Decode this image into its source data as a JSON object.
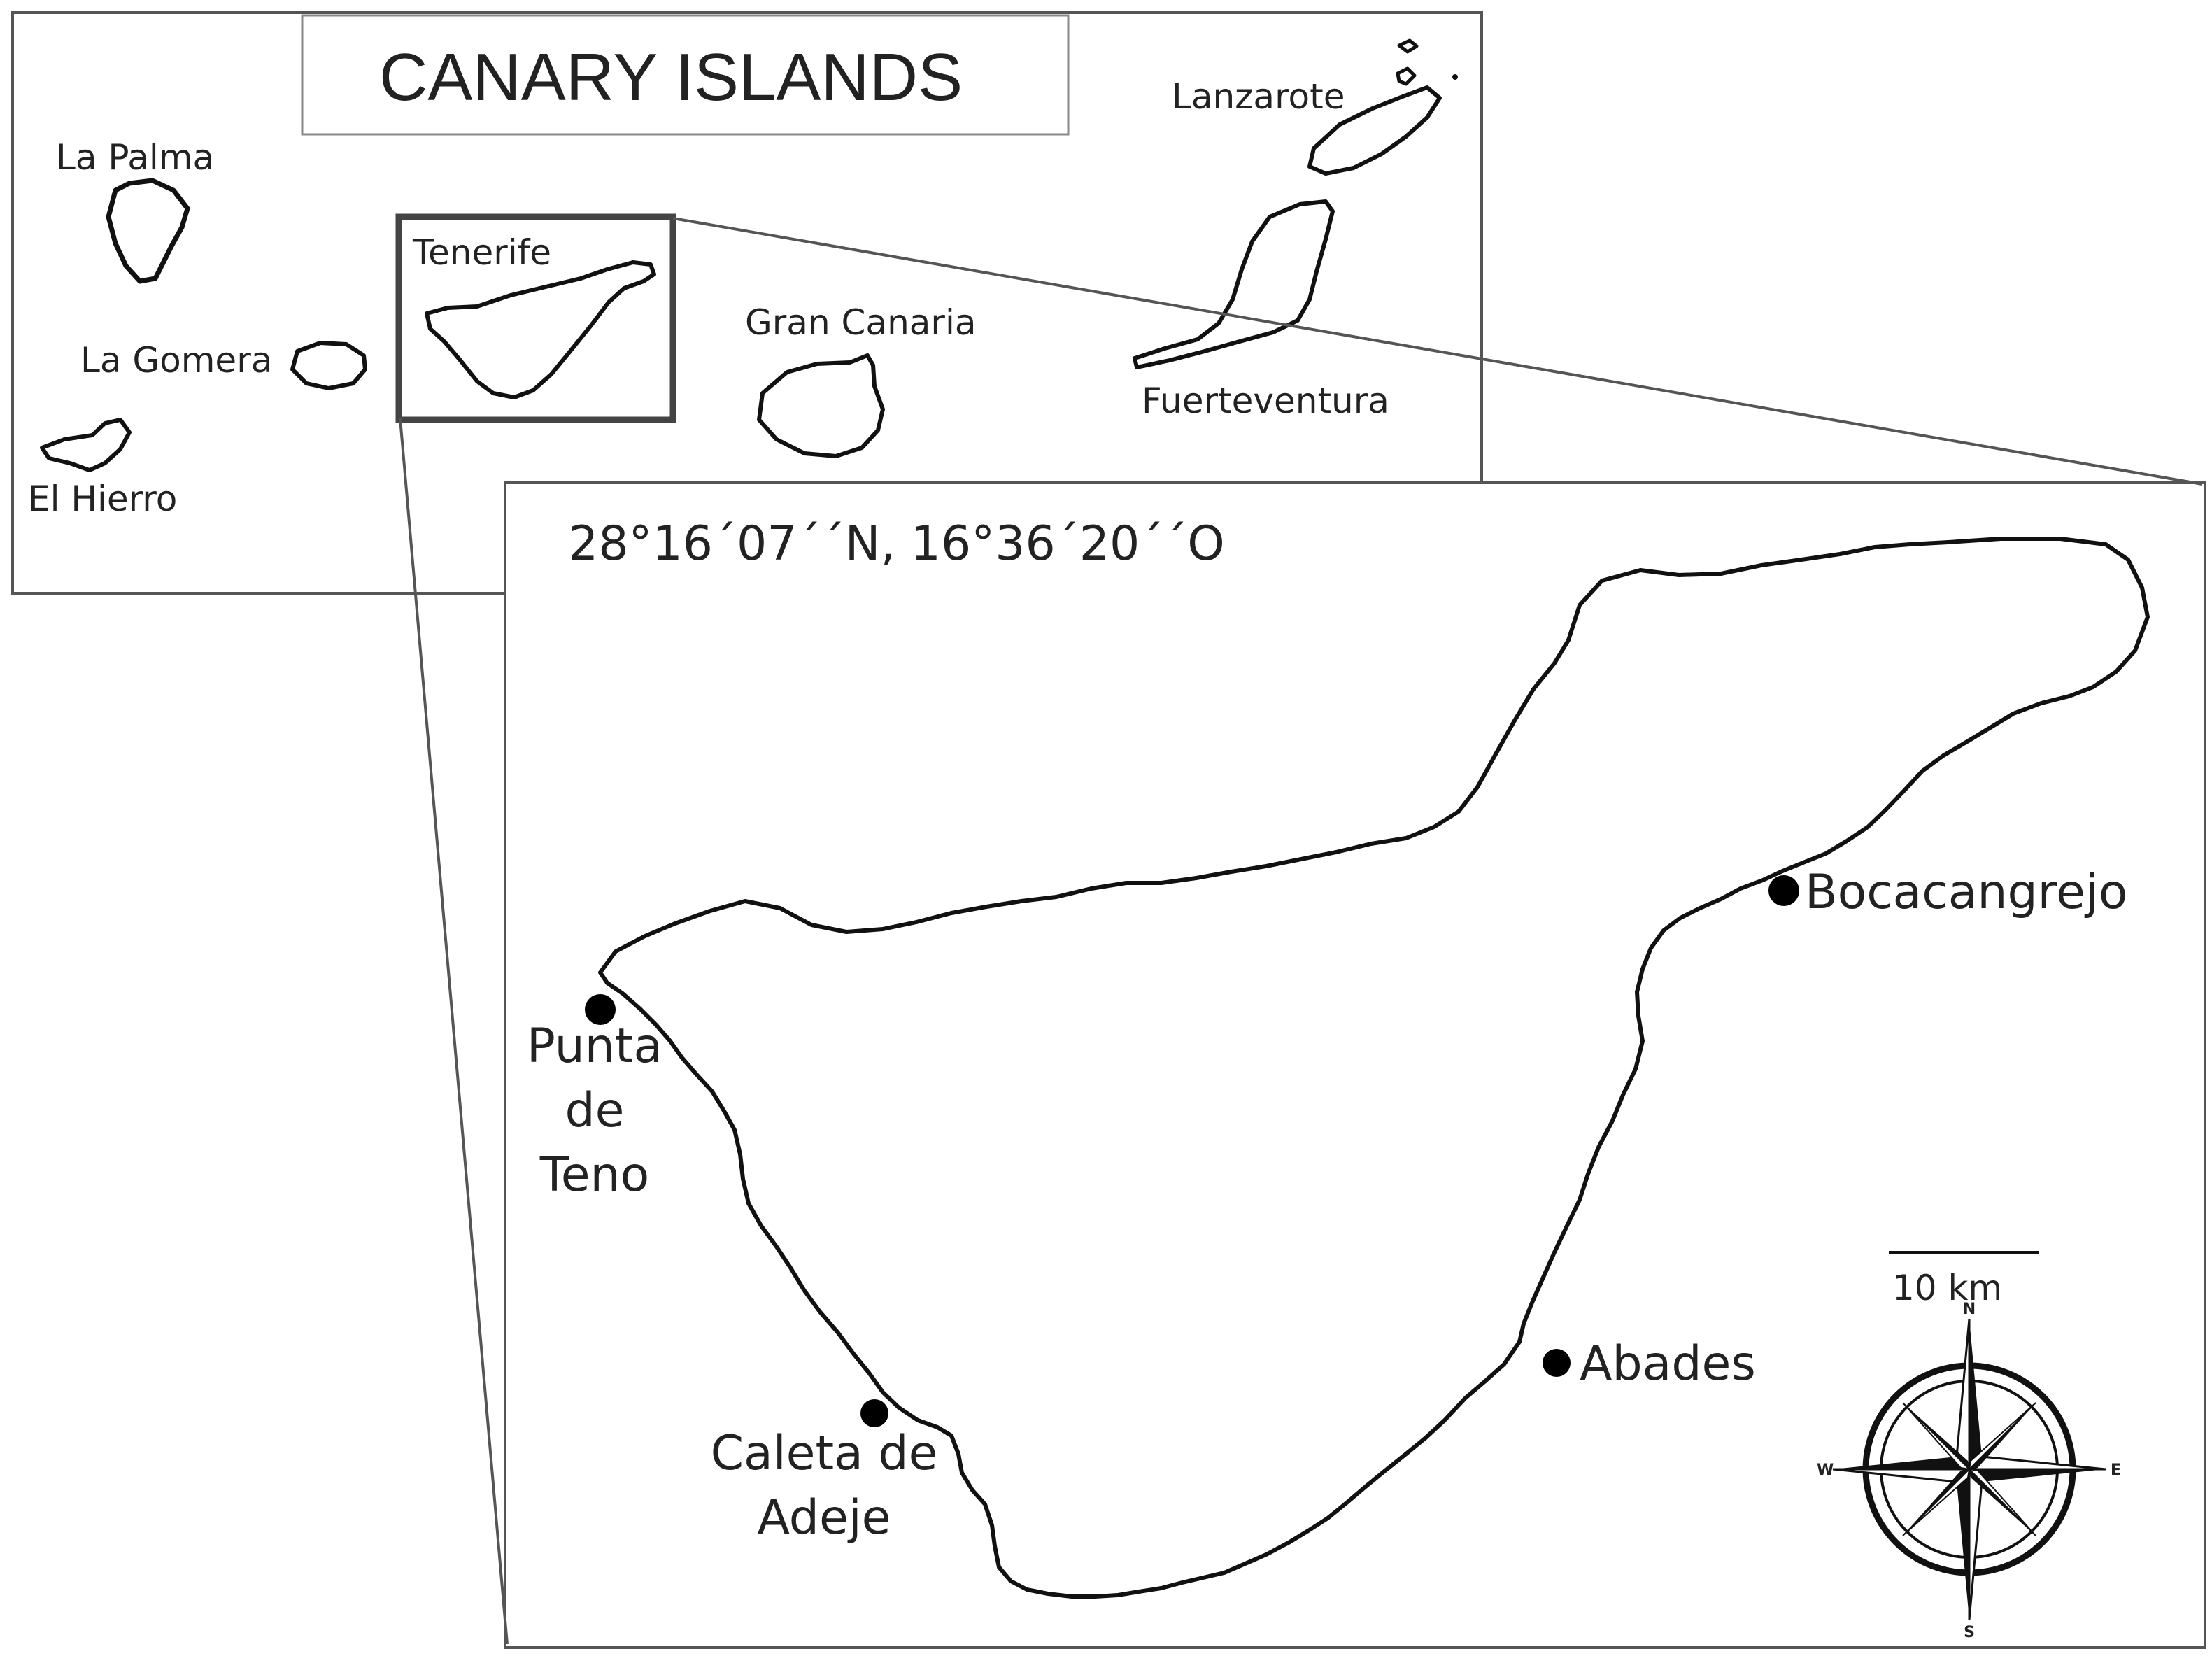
{
  "overview": {
    "title": "CANARY ISLANDS",
    "islands": {
      "la_palma": "La Palma",
      "la_gomera": "La Gomera",
      "el_hierro": "El Hierro",
      "tenerife": "Tenerife",
      "gran_canaria": "Gran Canaria",
      "lanzarote": "Lanzarote",
      "fuerteventura": "Fuerteventura"
    }
  },
  "detail": {
    "coordinates": "28°16´07´´N, 16°36´20´´O",
    "sites": {
      "punta_de_teno": [
        "Punta",
        "de",
        "Teno"
      ],
      "caleta_de_adeje": [
        "Caleta de",
        "Adeje"
      ],
      "abades": "Abades",
      "bocacangrejo": "Bocacangrejo"
    },
    "scale_bar": "10 km",
    "compass": {
      "n": "N",
      "s": "S",
      "e": "E",
      "w": "W"
    }
  },
  "colors": {
    "line": "#111111",
    "frame": "#555555",
    "text": "#222222",
    "background": "#ffffff"
  }
}
